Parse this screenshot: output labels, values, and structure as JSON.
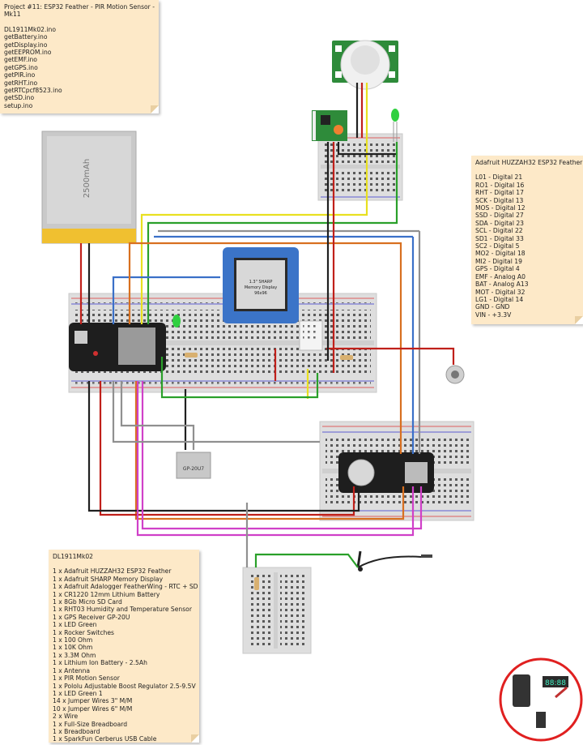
{
  "notes": {
    "project": {
      "title": "Project #11: ESP32 Feather - PIR Motion Sensor - Mk11",
      "files_header": "DL1911Mk02.ino",
      "files": [
        "getBattery.ino",
        "getDisplay.ino",
        "getEEPROM.ino",
        "getEMF.ino",
        "getGPS.ino",
        "getPIR.ino",
        "getRHT.ino",
        "getRTCpcf8523.ino",
        "getSD.ino",
        "setup.ino"
      ]
    },
    "pins": {
      "title": "Adafruit HUZZAH32 ESP32 Feather",
      "items": [
        "L01 - Digital 21",
        "RO1 - Digital 16",
        "RHT - Digital 17",
        "SCK - Digital 13",
        "MOS - Digital 12",
        "SSD - Digital 27",
        "SDA - Digital 23",
        "SCL - Digital 22",
        "SD1 - Digital 33",
        "SC2 - Digital 5",
        "MO2 - Digital 18",
        "MI2 - Digital 19",
        "GPS - Digital 4",
        "EMF - Analog A0",
        "BAT - Analog A13",
        "MOT - Digital 32",
        "LG1 - Digital 14",
        "GND - GND",
        "VIN - +3.3V"
      ]
    },
    "bom": {
      "title": "DL1911Mk02",
      "items": [
        "1 x Adafruit HUZZAH32 ESP32 Feather",
        "1 x Adafruit SHARP Memory Display",
        "1 x Adafruit Adalogger FeatherWing - RTC + SD",
        "1 x CR1220 12mm Lithium Battery",
        "1 x 8Gb Micro SD Card",
        "1 x RHT03 Humidity and Temperature Sensor",
        "1 x GPS Receiver GP-20U",
        "1 x LED Green",
        "1 x Rocker Switches",
        "1 x 100 Ohm",
        "1 x 10K Ohm",
        "1 x 3.3M Ohm",
        "1 x Lithium Ion Battery - 2.5Ah",
        "1 x Antenna",
        "1 x PIR Motion Sensor",
        "1 x Pololu Adjustable Boost Regulator 2.5-9.5V",
        "1 x LED Green 1",
        "14 x Jumper Wires 3\" M/M",
        "10 x Jumper Wires 6\" M/M",
        "2 x Wire",
        "1 x Full-Size Breadboard",
        "1 x Breadboard",
        "1 x SparkFun Cerberus USB Cable"
      ]
    }
  },
  "components": {
    "battery_label": "2500mAh",
    "display_label_1": "1.3\" SHARP",
    "display_label_2": "Memory Display",
    "display_label_3": "96x96",
    "gps_label": "GP-20U7",
    "logo_digits": "88:88"
  },
  "colors": {
    "red": "#c0201a",
    "black": "#202020",
    "yellow": "#e8e020",
    "green": "#2aa02a",
    "orange": "#d87020",
    "blue": "#3a70c8",
    "magenta": "#d040c8",
    "gray": "#909090",
    "white": "#e8e8e8",
    "note_bg": "#fde9c8"
  }
}
